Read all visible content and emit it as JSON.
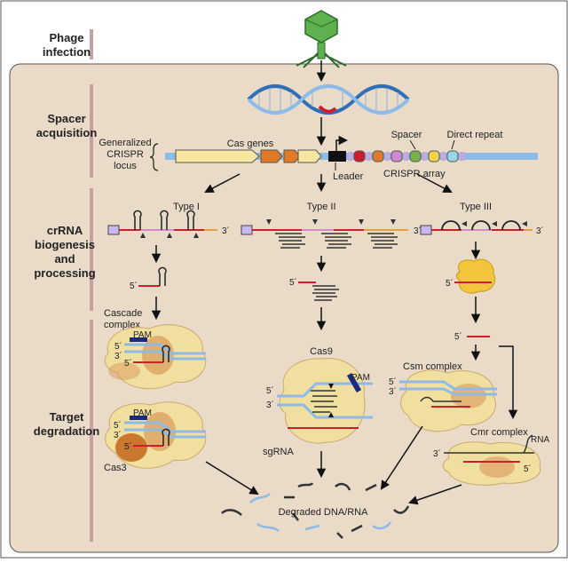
{
  "stages": {
    "phage": [
      "Phage",
      "infection"
    ],
    "spacer": [
      "Spacer",
      "acquisition"
    ],
    "crrna": [
      "crRNA",
      "biogenesis",
      "and",
      "processing"
    ],
    "target": [
      "Target",
      "degradation"
    ]
  },
  "locus": {
    "generalized": [
      "Generalized",
      "CRISPR",
      "locus"
    ],
    "cas_genes": "Cas genes",
    "spacer": "Spacer",
    "direct_repeat": "Direct repeat",
    "crispr_array": "CRISPR array",
    "leader": "Leader"
  },
  "types": {
    "type1": "Type I",
    "type2": "Type II",
    "type3": "Type III"
  },
  "ends": {
    "five": "5´",
    "three": "3´"
  },
  "complexes": {
    "cascade": [
      "Cascade",
      "complex"
    ],
    "pam": "PAM",
    "cas3": "Cas3",
    "cas9": "Cas9",
    "sgrna": "sgRNA",
    "csm": "Csm complex",
    "cmr": "Cmr complex",
    "rna": "RNA"
  },
  "degraded": "Degraded DNA/RNA",
  "colors": {
    "panel": "#eadbc8",
    "divider": "#c8a0a2",
    "dna_blue": "#2f6fb5",
    "dna_light": "#8dbbe8",
    "crrna_red": "#cc1f2d",
    "complex_yellow": "#f1dfa0",
    "complex_orange": "#d89a5a",
    "cas_gene_yellow": "#f6e6a0",
    "cas_gene_orange": "#e07a28",
    "phage_green": "#3f8f3a",
    "pam_navy": "#1d2a7a"
  }
}
